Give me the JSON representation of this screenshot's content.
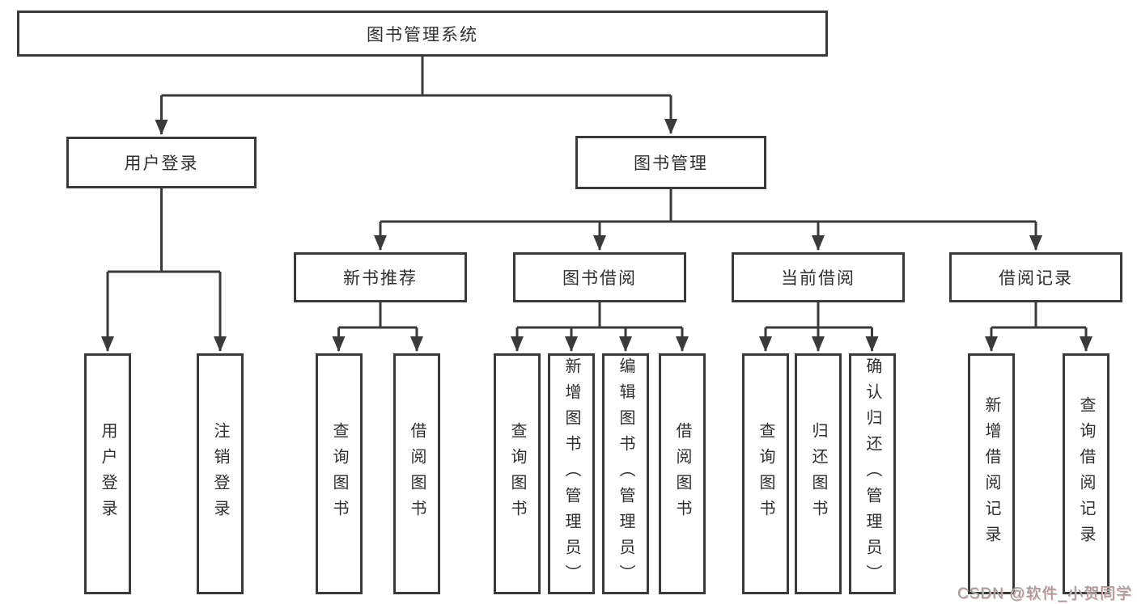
{
  "diagram": {
    "root": {
      "label": "图书管理系统"
    },
    "branches": [
      {
        "label": "用户登录",
        "children": [
          {
            "label": "用户登录"
          },
          {
            "label": "注销登录"
          }
        ]
      },
      {
        "label": "图书管理",
        "children": [
          {
            "label": "新书推荐",
            "children": [
              {
                "label": "查询图书"
              },
              {
                "label": "借阅图书"
              }
            ]
          },
          {
            "label": "图书借阅",
            "children": [
              {
                "label": "查询图书"
              },
              {
                "label": "新增图书（管理员）"
              },
              {
                "label": "编辑图书（管理员）"
              },
              {
                "label": "借阅图书"
              }
            ]
          },
          {
            "label": "当前借阅",
            "children": [
              {
                "label": "查询图书"
              },
              {
                "label": "归还图书"
              },
              {
                "label": "确认归还（管理员）"
              }
            ]
          },
          {
            "label": "借阅记录",
            "children": [
              {
                "label": "新增借阅记录"
              },
              {
                "label": "查询借阅记录"
              }
            ]
          }
        ]
      }
    ]
  },
  "watermark": {
    "text": "CSDN @软件_小贺同学"
  },
  "colors": {
    "line": "#3a3a3a",
    "box_border": "#3a3a3a",
    "text": "#2f2f2f",
    "background": "#ffffff",
    "watermark_text": "#9c9c9c",
    "watermark_accent": "#e3b4b4"
  }
}
